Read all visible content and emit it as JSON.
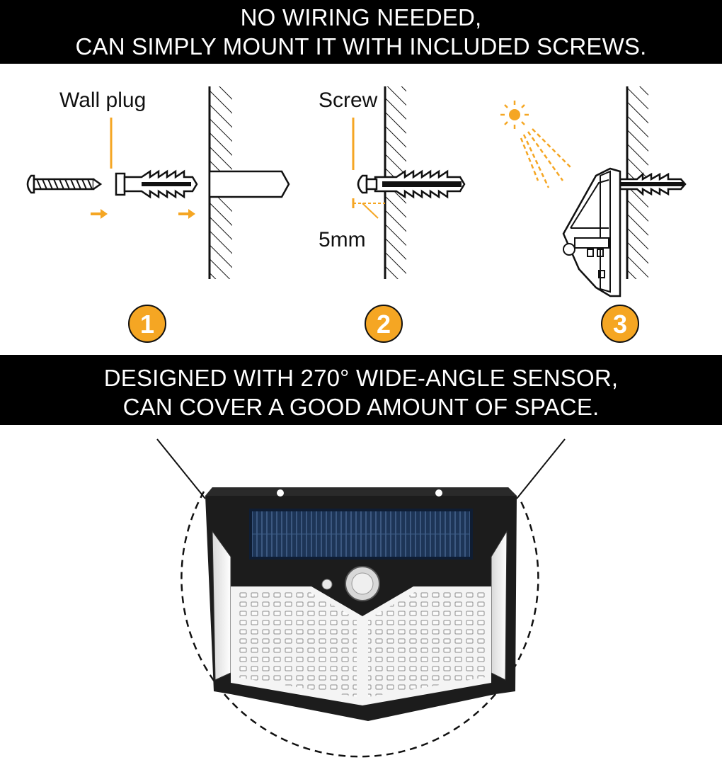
{
  "banners": {
    "top": {
      "line1": "NO WIRING NEEDED,",
      "line2": "CAN SIMPLY MOUNT IT WITH INCLUDED SCREWS."
    },
    "middle": {
      "line1": "DESIGNED WITH 270° WIDE-ANGLE SENSOR,",
      "line2": "CAN COVER A GOOD AMOUNT OF SPACE."
    }
  },
  "steps": [
    {
      "number": "1",
      "label": "Wall plug"
    },
    {
      "number": "2",
      "label": "Screw",
      "measurement": "5mm"
    },
    {
      "number": "3"
    }
  ],
  "colors": {
    "accent": "#f5a623",
    "banner_bg": "#000000",
    "banner_text": "#ffffff",
    "line": "#111111"
  },
  "icons": [
    "screw-icon",
    "wall-plug-icon",
    "arrow-right-icon",
    "sun-icon",
    "motion-sensor-icon",
    "solar-panel-icon"
  ]
}
